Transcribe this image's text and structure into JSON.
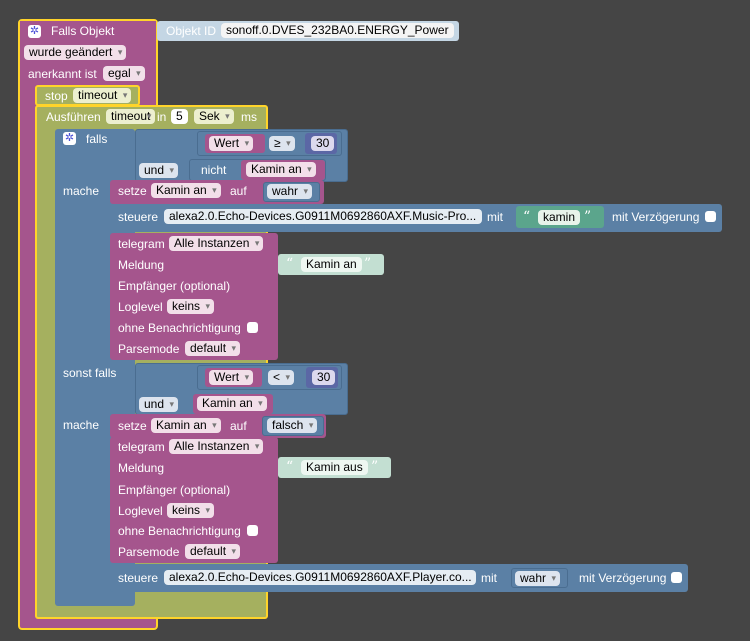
{
  "trigger": {
    "title": "Falls Objekt",
    "objekt_id_label": "Objekt ID",
    "objekt_id_value": "sonoff.0.DVES_232BA0.ENERGY_Power",
    "condition": "wurde geändert",
    "ack_label": "anerkannt ist",
    "ack_value": "egal"
  },
  "stop": {
    "label": "stop",
    "value": "timeout"
  },
  "timeout": {
    "label_exec": "Ausführen",
    "name": "timeout",
    "label_in": "in",
    "value": "5",
    "unit": "Sek",
    "suffix": "ms"
  },
  "if_block": {
    "falls": "falls",
    "mache": "mache",
    "sonst_falls": "sonst falls",
    "mache2": "mache"
  },
  "cond1": {
    "var": "Wert",
    "op": "≥",
    "num": "30",
    "und": "und",
    "nicht": "nicht",
    "var2": "Kamin an"
  },
  "set1": {
    "label": "setze",
    "var": "Kamin an",
    "auf": "auf",
    "value": "wahr"
  },
  "control1": {
    "label": "steuere",
    "device": "alexa2.0.Echo-Devices.G0911M0692860AXF.Music-Pro...",
    "mit": "mit",
    "text": "kamin",
    "delay_label": "mit Verzögerung"
  },
  "tg1": {
    "title": "telegram",
    "instance": "Alle Instanzen",
    "meldung_label": "Meldung",
    "meldung_text": "Kamin an",
    "empf_label": "Empfänger (optional)",
    "loglevel_label": "Loglevel",
    "loglevel_value": "keins",
    "ohne_label": "ohne Benachrichtigung",
    "parse_label": "Parsemode",
    "parse_value": "default"
  },
  "cond2": {
    "var": "Wert",
    "op": "<",
    "num": "30",
    "und": "und",
    "var2": "Kamin an"
  },
  "set2": {
    "label": "setze",
    "var": "Kamin an",
    "auf": "auf",
    "value": "falsch"
  },
  "tg2": {
    "title": "telegram",
    "instance": "Alle Instanzen",
    "meldung_label": "Meldung",
    "meldung_text": "Kamin aus",
    "empf_label": "Empfänger (optional)",
    "loglevel_label": "Loglevel",
    "loglevel_value": "keins",
    "ohne_label": "ohne Benachrichtigung",
    "parse_label": "Parsemode",
    "parse_value": "default"
  },
  "control2": {
    "label": "steuere",
    "device": "alexa2.0.Echo-Devices.G0911M0692860AXF.Player.co...",
    "mit": "mit",
    "value": "wahr",
    "delay_label": "mit Verzögerung"
  },
  "colors": {
    "trigger": "#a5558d",
    "timeout": "#a5b05f",
    "logic": "#5b80a5",
    "text": "#5ba58c",
    "math": "#5b67a5",
    "highlight": "#ffd42a",
    "background": "#454545"
  }
}
